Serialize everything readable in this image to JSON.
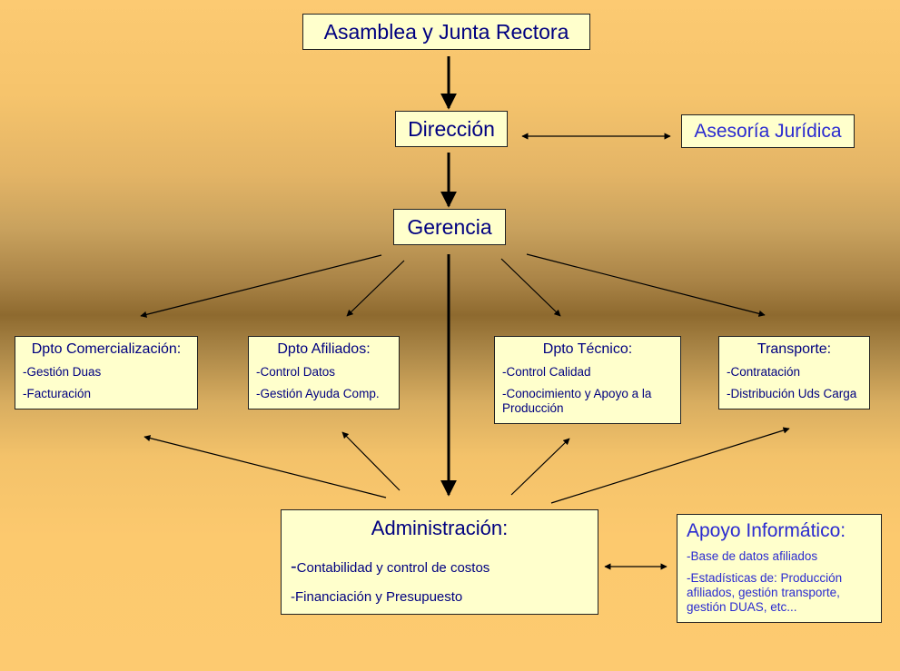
{
  "asamblea": "Asamblea y Junta Rectora",
  "direccion": "Dirección",
  "asesoria": "Asesoría Jurídica",
  "gerencia": "Gerencia",
  "departments": [
    {
      "title": "Dpto Comercialización:",
      "items": [
        "-Gestión Duas",
        "-Facturación"
      ]
    },
    {
      "title": "Dpto Afiliados:",
      "items": [
        "-Control Datos",
        "-Gestión Ayuda Comp."
      ]
    },
    {
      "title": "Dpto Técnico:",
      "items": [
        "-Control Calidad",
        "-Conocimiento y Apoyo a la Producción"
      ]
    },
    {
      "title": "Transporte:",
      "items": [
        "-Contratación",
        "-Distribución Uds Carga"
      ]
    }
  ],
  "administracion": {
    "title": "Administración:",
    "item1_dash": "-",
    "item1_text": "Contabilidad y control de costos",
    "item2": "-Financiación y Presupuesto"
  },
  "apoyo": {
    "title": "Apoyo Informático:",
    "items": [
      "-Base de datos afiliados",
      "-Estadísticas de: Producción afiliados, gestión transporte, gestión DUAS, etc..."
    ]
  }
}
